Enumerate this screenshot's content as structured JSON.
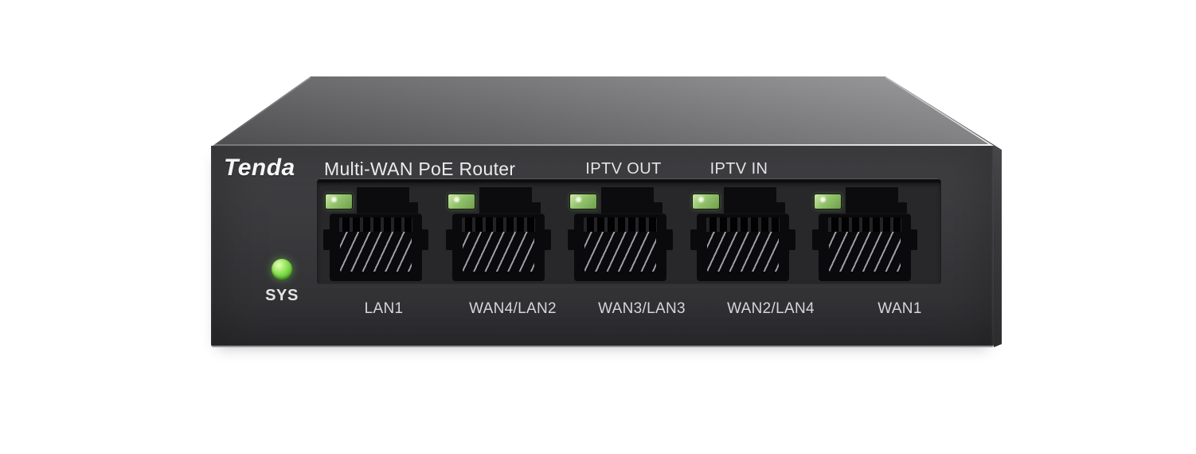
{
  "device": {
    "brand": "Tenda",
    "title": "Multi-WAN PoE Router",
    "labels": {
      "iptv_out": "IPTV OUT",
      "iptv_in": "IPTV IN",
      "sys": "SYS"
    },
    "ports": [
      {
        "label": "LAN1"
      },
      {
        "label": "WAN4/LAN2"
      },
      {
        "label": "WAN3/LAN3"
      },
      {
        "label": "WAN2/LAN4"
      },
      {
        "label": "WAN1"
      }
    ],
    "status": {
      "sys_led_state": "on",
      "port_led_state": "on"
    },
    "colors": {
      "chassis_front": "#38383b",
      "chassis_top": "#848487",
      "port_panel": "#28282a",
      "port_jack": "#0a0a0c",
      "port_led_green": "#93c36d",
      "sys_led_green": "#6fd24a",
      "label_text": "#d6d6d9"
    }
  }
}
